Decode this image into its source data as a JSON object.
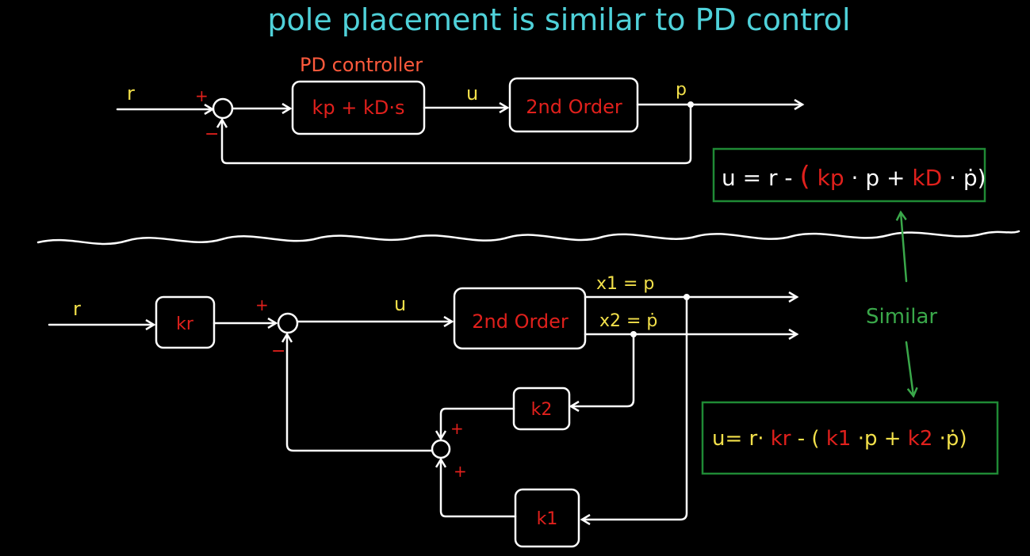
{
  "title": "pole placement is similar to PD control",
  "top": {
    "controller_label": "PD controller",
    "controller_expr": "kp + kD·s",
    "plant": "2nd Order",
    "input": "r",
    "signal_u": "u",
    "output": "p",
    "plus": "+",
    "minus": "−"
  },
  "bottom": {
    "input": "r",
    "kr_box": "kr",
    "signal_u": "u",
    "plant": "2nd Order",
    "x1_out": "x1 = p",
    "x2_out": "x2 = ṗ",
    "k2_box": "k2",
    "k1_box": "k1",
    "plus": "+",
    "minus": "−"
  },
  "equation_top": {
    "lhs": "u = r -",
    "kp": "kp",
    "mid": "· p +",
    "kd": "kD",
    "tail": "· ṗ)"
  },
  "equation_bottom": {
    "lhs": "u= r·",
    "kr": "kr",
    "mid1": "- (",
    "k1": "k1",
    "mid2": "·p +",
    "k2": "k2",
    "tail": "·ṗ)"
  },
  "similar_label": "Similar",
  "colors": {
    "title": "#4fd1d9",
    "block_text": "#e0201c",
    "signal_text": "#f2e04a",
    "equation_box": "#1f8a35",
    "similar": "#3aa84a"
  }
}
